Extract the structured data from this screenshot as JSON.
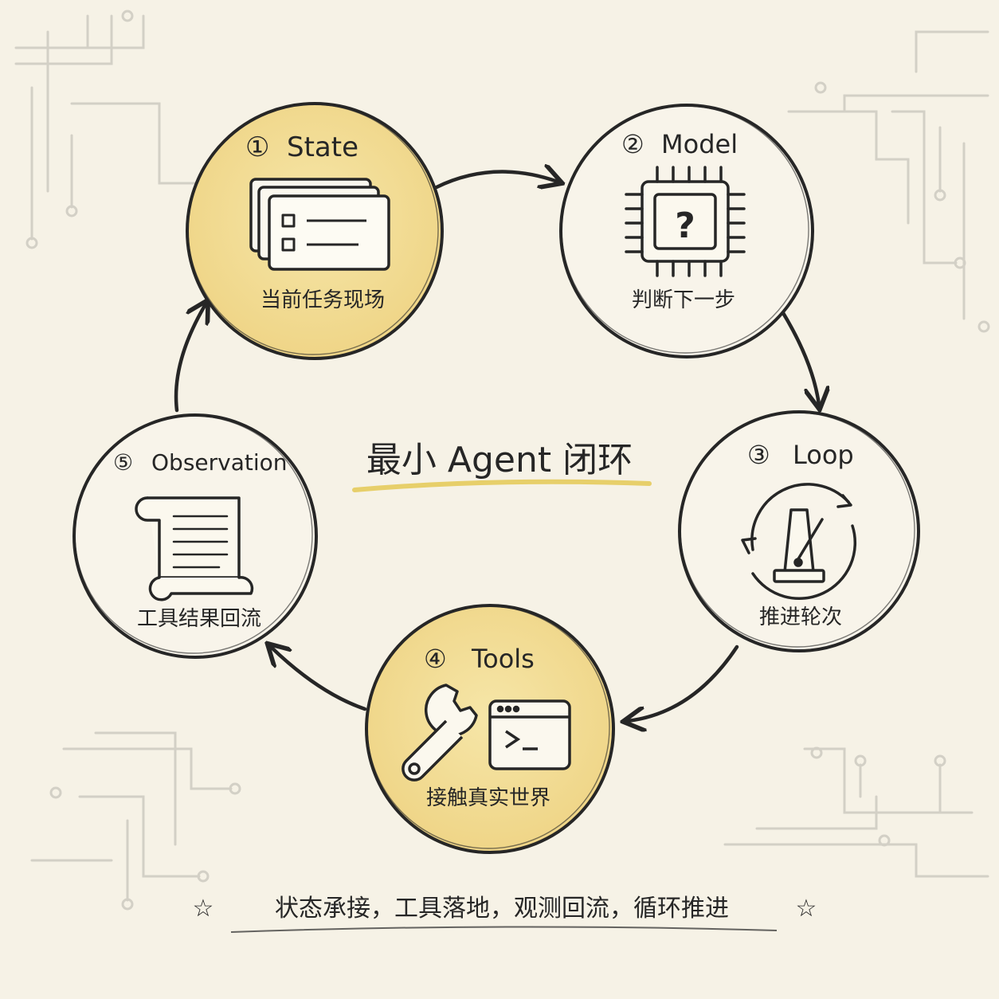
{
  "title": "最小 Agent 闭环",
  "footer": "状态承接，工具落地，观测回流，循环推进",
  "nodes": [
    {
      "num": "①",
      "name": "State",
      "caption": "当前任务现场",
      "icon": "stacked-cards-icon",
      "highlight": true
    },
    {
      "num": "②",
      "name": "Model",
      "caption": "判断下一步",
      "icon": "chip-question-icon",
      "highlight": false
    },
    {
      "num": "③",
      "name": "Loop",
      "caption": "推进轮次",
      "icon": "metronome-cycle-icon",
      "highlight": false
    },
    {
      "num": "④",
      "name": "Tools",
      "caption": "接触真实世界",
      "icon": "wrench-terminal-icon",
      "highlight": true
    },
    {
      "num": "⑤",
      "name": "Observation",
      "caption": "工具结果回流",
      "icon": "scroll-icon",
      "highlight": false
    }
  ],
  "colors": {
    "background": "#f6f2e6",
    "ink": "#262626",
    "highlight": "#f3df9b",
    "underline": "#e7cf6a",
    "circuit": "#d3d0c6"
  }
}
